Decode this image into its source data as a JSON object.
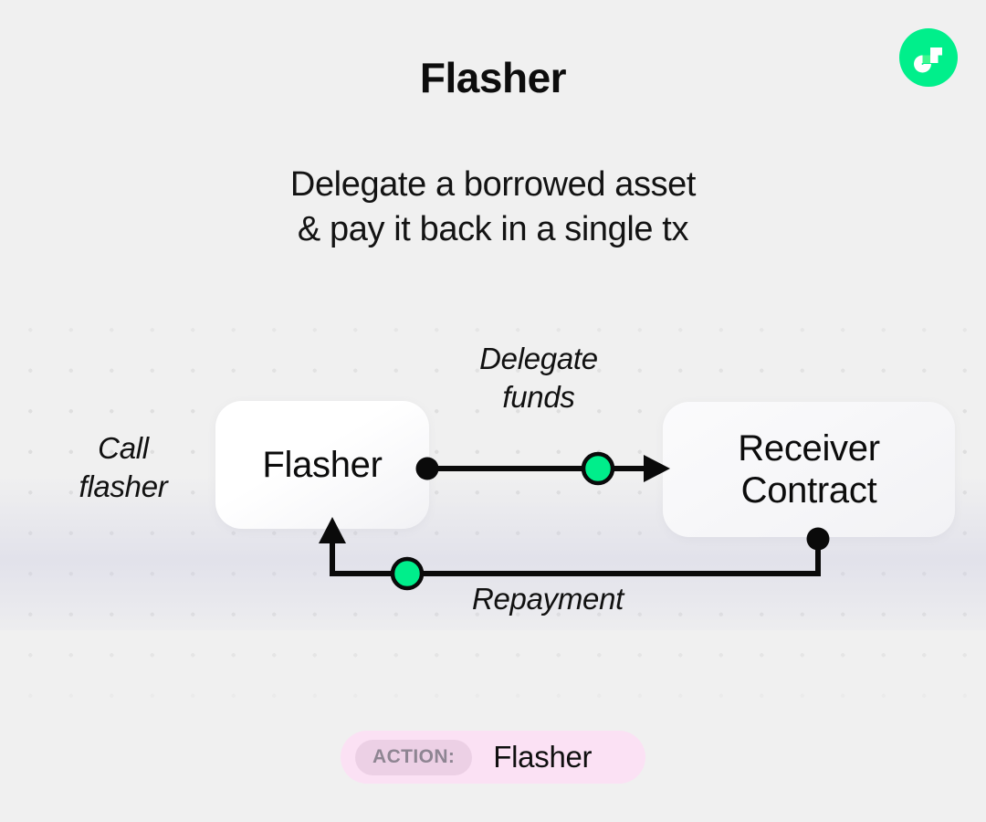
{
  "header": {
    "title": "Flasher",
    "subtitle": "Delegate a borrowed asset\n& pay it back in a single tx",
    "logo_icon": "flow-logo-icon",
    "logo_color": "#00ef8b"
  },
  "diagram": {
    "nodes": [
      {
        "id": "flasher",
        "label": "Flasher"
      },
      {
        "id": "receiver",
        "label": "Receiver\nContract"
      }
    ],
    "labels": {
      "call": "Call\nflasher",
      "delegate": "Delegate\nfunds",
      "repayment": "Repayment"
    },
    "edges": [
      {
        "id": "delegate-edge",
        "from": "flasher",
        "to": "receiver",
        "label": "Delegate funds",
        "marker": "arrow",
        "node_color": "#00ee8b"
      },
      {
        "id": "repayment-edge",
        "from": "receiver",
        "to": "flasher",
        "label": "Repayment",
        "marker": "arrow",
        "node_color": "#00ee8b"
      }
    ],
    "colors": {
      "accent_green": "#00ee8b",
      "stroke": "#0a0a0a",
      "dot_grid": "#dcdcdc"
    }
  },
  "action": {
    "tag": "ACTION:",
    "value": "Flasher",
    "pill_color": "#fbe1f4",
    "tag_color": "#ecd0e5"
  }
}
